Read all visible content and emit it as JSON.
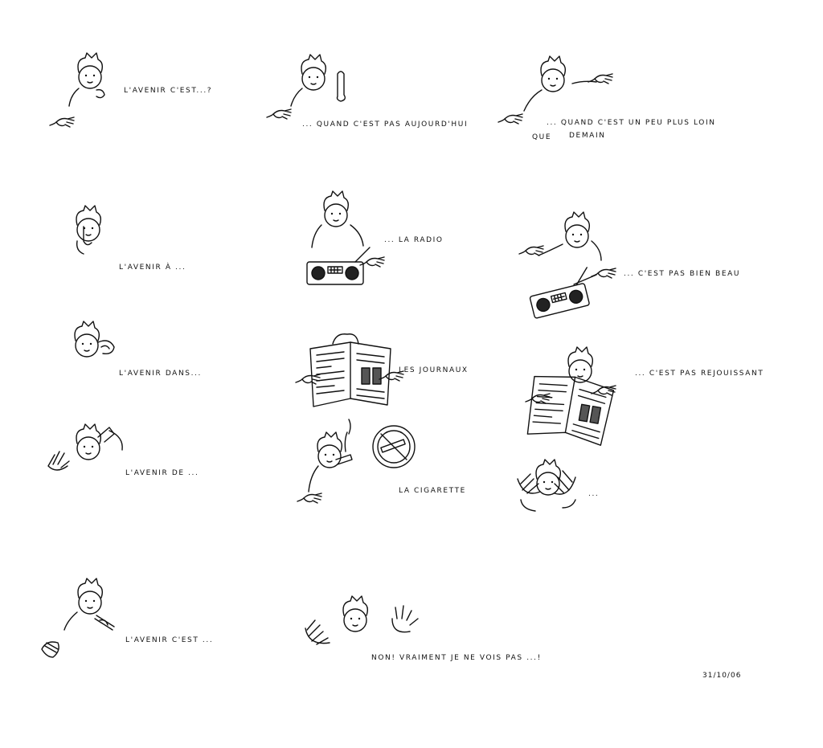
{
  "captions": {
    "p1": "l'avenir c'est...?",
    "p2": "... quand c'est pas aujourd'hui",
    "p3a": "... quand c'est un peu plus loin",
    "p3b": "que",
    "p3c": "demain",
    "p4": "l'avenir à ...",
    "p5": "... la radio",
    "p6": "... c'est pas bien beau",
    "p7": "l'avenir dans...",
    "p8": "les journaux",
    "p9": "... c'est pas rejouissant",
    "p10": "l'avenir de ...",
    "p11": "la cigarette",
    "p12": "...",
    "p13": "l'avenir c'est ...",
    "p14": "non!  vraiment je ne vois pas ...!"
  },
  "date": "31/10/06",
  "icons": [
    "head-icon",
    "hand-icon",
    "radio-icon",
    "newspaper-icon",
    "no-smoking-icon",
    "cigarette-icon"
  ]
}
